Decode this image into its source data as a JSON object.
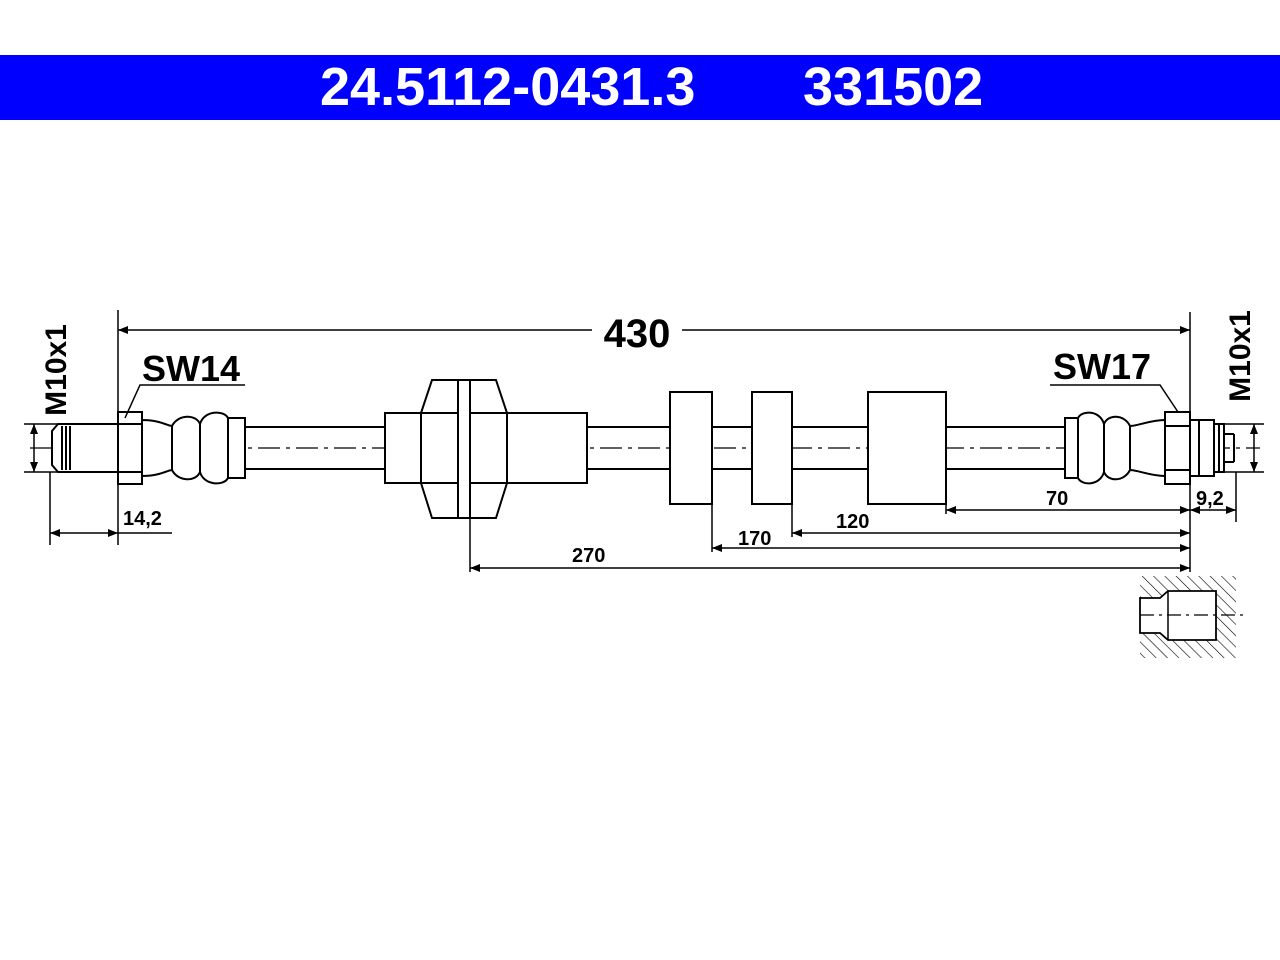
{
  "header": {
    "part_number": "24.5112-0431.3",
    "ref_number": "331502",
    "background_color": "#0000ff",
    "text_color": "#ffffff"
  },
  "labels": {
    "thread_left": "M10x1",
    "thread_right": "M10x1",
    "wrench_left": "SW14",
    "wrench_right": "SW17"
  },
  "dimensions": {
    "total_length": "430",
    "left_thread_length": "14,2",
    "right_thread_length": "9,2",
    "dist_70": "70",
    "dist_120": "120",
    "dist_170": "170",
    "dist_270": "270"
  }
}
